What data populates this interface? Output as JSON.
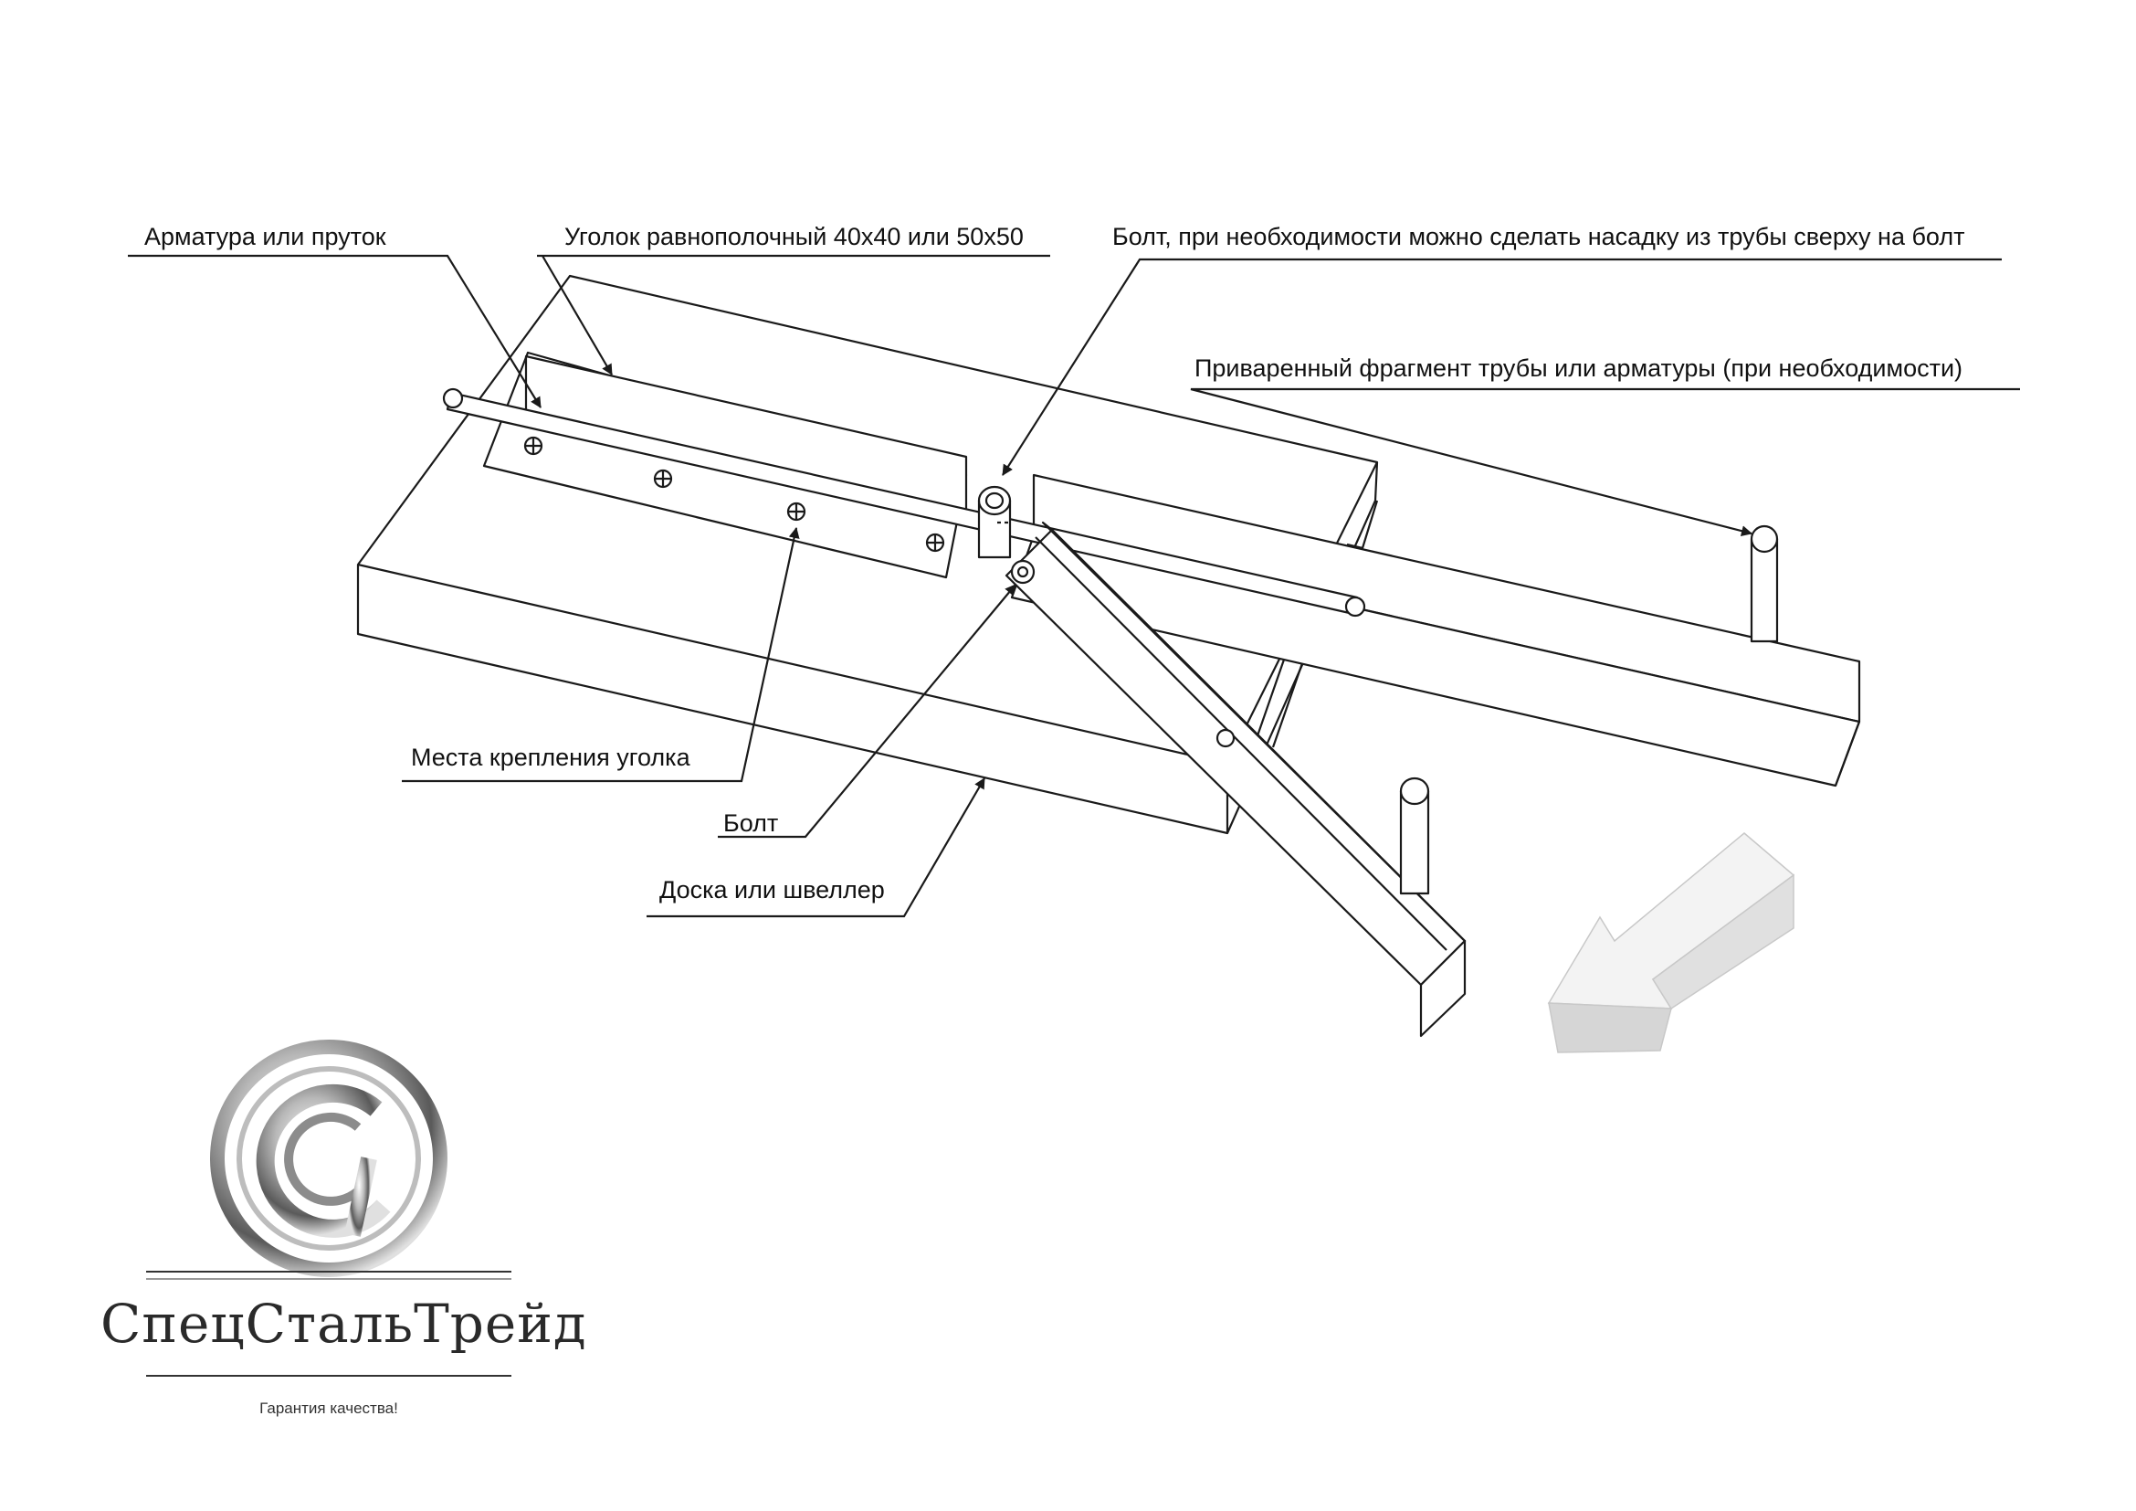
{
  "callouts": {
    "rebar": "Арматура или пруток",
    "angle": "Уголок равнополочный 40х40 или 50х50",
    "bolt_top": "Болт, при необходимости можно сделать насадку из трубы сверху на болт",
    "welded": "Приваренный фрагмент трубы или арматуры (при необходимости)",
    "mounting": "Места крепления уголка",
    "bolt": "Болт",
    "board": "Доска или швеллер"
  },
  "logo": {
    "name": "СпецСтальТрейд",
    "slogan": "Гарантия качества!",
    "monogram": "СТ"
  },
  "colors": {
    "line": "#1a1a1a",
    "arrow_face": "#f2f2f2",
    "arrow_side": "#d0d0d0",
    "logo_metal": "#9a9a9a"
  },
  "icons": {
    "direction_arrow": "3d-arrow-icon",
    "logo": "stt-metal-ring-logo"
  }
}
